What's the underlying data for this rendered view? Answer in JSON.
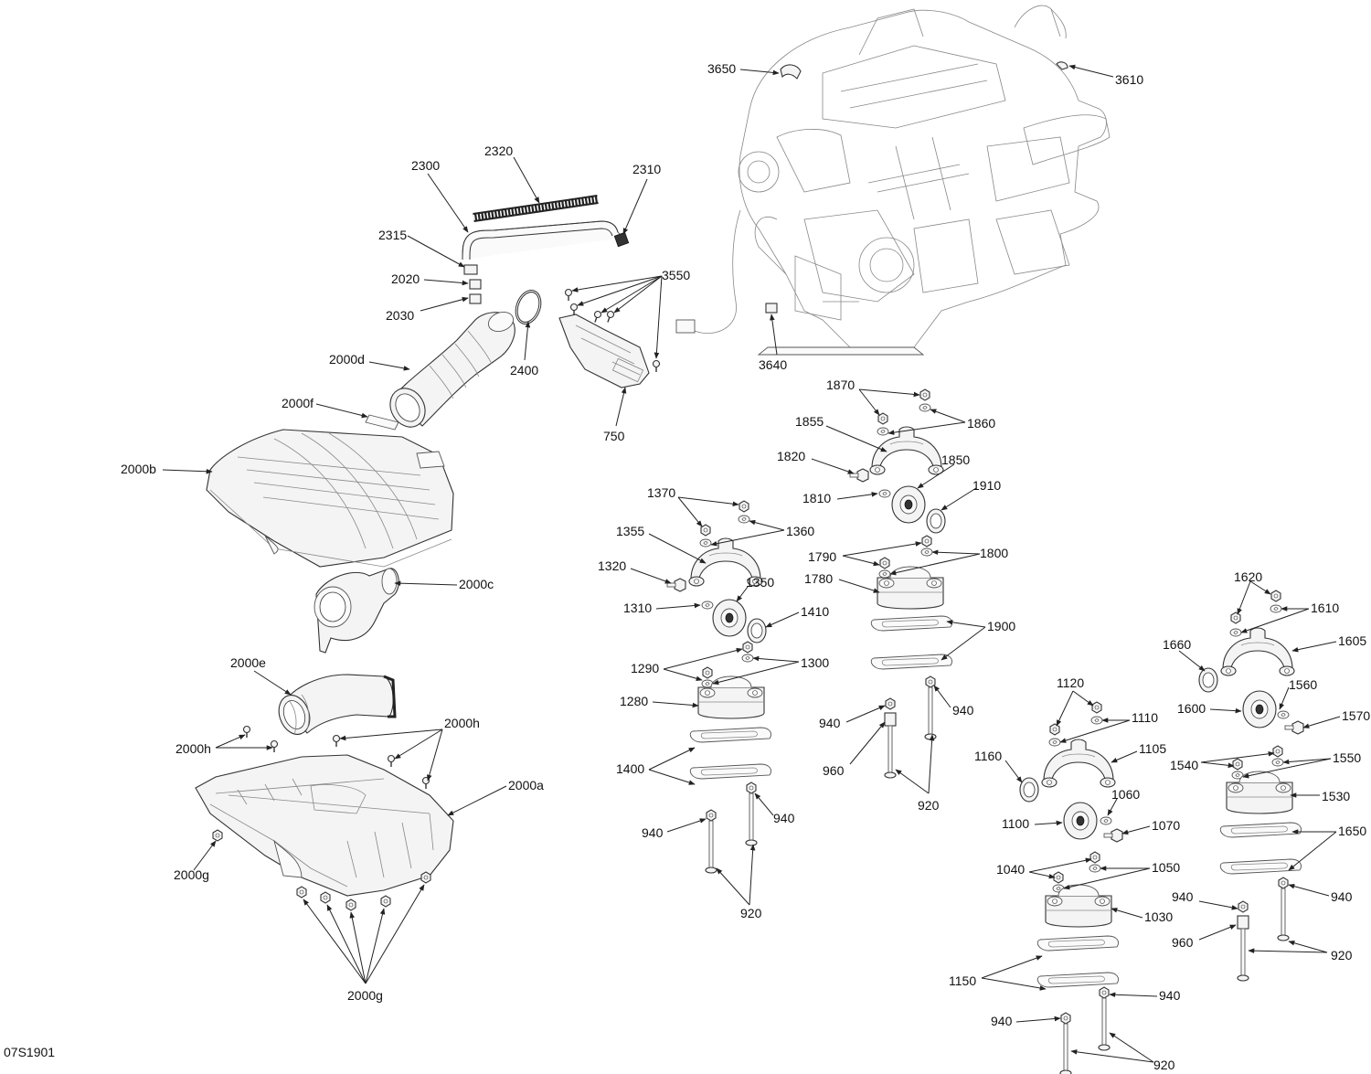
{
  "diagram_code": "07S1901",
  "callouts": [
    {
      "id": "c3650",
      "text": "3650"
    },
    {
      "id": "c3610",
      "text": "3610"
    },
    {
      "id": "c2320",
      "text": "2320"
    },
    {
      "id": "c2300",
      "text": "2300"
    },
    {
      "id": "c2310",
      "text": "2310"
    },
    {
      "id": "c2315",
      "text": "2315"
    },
    {
      "id": "c2020",
      "text": "2020"
    },
    {
      "id": "c2030",
      "text": "2030"
    },
    {
      "id": "c3550",
      "text": "3550"
    },
    {
      "id": "c2400",
      "text": "2400"
    },
    {
      "id": "c2000d",
      "text": "2000d"
    },
    {
      "id": "c3640",
      "text": "3640"
    },
    {
      "id": "c750",
      "text": "750"
    },
    {
      "id": "c2000f",
      "text": "2000f"
    },
    {
      "id": "c2000b",
      "text": "2000b"
    },
    {
      "id": "c1870",
      "text": "1870"
    },
    {
      "id": "c1860",
      "text": "1860"
    },
    {
      "id": "c1855",
      "text": "1855"
    },
    {
      "id": "c1820",
      "text": "1820"
    },
    {
      "id": "c1850",
      "text": "1850"
    },
    {
      "id": "c1910",
      "text": "1910"
    },
    {
      "id": "c1810",
      "text": "1810"
    },
    {
      "id": "c1790",
      "text": "1790"
    },
    {
      "id": "c1800",
      "text": "1800"
    },
    {
      "id": "c1780",
      "text": "1780"
    },
    {
      "id": "c1900",
      "text": "1900"
    },
    {
      "id": "c940a",
      "text": "940"
    },
    {
      "id": "c940b",
      "text": "940"
    },
    {
      "id": "c960a",
      "text": "960"
    },
    {
      "id": "c920a",
      "text": "920"
    },
    {
      "id": "c1370",
      "text": "1370"
    },
    {
      "id": "c1355",
      "text": "1355"
    },
    {
      "id": "c1360",
      "text": "1360"
    },
    {
      "id": "c1320",
      "text": "1320"
    },
    {
      "id": "c1350",
      "text": "1350"
    },
    {
      "id": "c1310",
      "text": "1310"
    },
    {
      "id": "c1410",
      "text": "1410"
    },
    {
      "id": "c1290",
      "text": "1290"
    },
    {
      "id": "c1300",
      "text": "1300"
    },
    {
      "id": "c1280",
      "text": "1280"
    },
    {
      "id": "c1400",
      "text": "1400"
    },
    {
      "id": "c940c",
      "text": "940"
    },
    {
      "id": "c940d",
      "text": "940"
    },
    {
      "id": "c920b",
      "text": "920"
    },
    {
      "id": "c2000c",
      "text": "2000c"
    },
    {
      "id": "c2000e",
      "text": "2000e"
    },
    {
      "id": "c2000h1",
      "text": "2000h"
    },
    {
      "id": "c2000h2",
      "text": "2000h"
    },
    {
      "id": "c2000a",
      "text": "2000a"
    },
    {
      "id": "c2000g1",
      "text": "2000g"
    },
    {
      "id": "c2000g2",
      "text": "2000g"
    },
    {
      "id": "c1620",
      "text": "1620"
    },
    {
      "id": "c1610",
      "text": "1610"
    },
    {
      "id": "c1660",
      "text": "1660"
    },
    {
      "id": "c1605",
      "text": "1605"
    },
    {
      "id": "c1560",
      "text": "1560"
    },
    {
      "id": "c1600",
      "text": "1600"
    },
    {
      "id": "c1570",
      "text": "1570"
    },
    {
      "id": "c1540",
      "text": "1540"
    },
    {
      "id": "c1550",
      "text": "1550"
    },
    {
      "id": "c1530",
      "text": "1530"
    },
    {
      "id": "c1650",
      "text": "1650"
    },
    {
      "id": "c940e",
      "text": "940"
    },
    {
      "id": "c940f",
      "text": "940"
    },
    {
      "id": "c960b",
      "text": "960"
    },
    {
      "id": "c920c",
      "text": "920"
    },
    {
      "id": "c1120",
      "text": "1120"
    },
    {
      "id": "c1110",
      "text": "1110"
    },
    {
      "id": "c1160",
      "text": "1160"
    },
    {
      "id": "c1105",
      "text": "1105"
    },
    {
      "id": "c1060",
      "text": "1060"
    },
    {
      "id": "c1100",
      "text": "1100"
    },
    {
      "id": "c1070",
      "text": "1070"
    },
    {
      "id": "c1040",
      "text": "1040"
    },
    {
      "id": "c1050",
      "text": "1050"
    },
    {
      "id": "c1030",
      "text": "1030"
    },
    {
      "id": "c1150",
      "text": "1150"
    },
    {
      "id": "c940g",
      "text": "940"
    },
    {
      "id": "c940h",
      "text": "940"
    },
    {
      "id": "c920d",
      "text": "920"
    }
  ]
}
